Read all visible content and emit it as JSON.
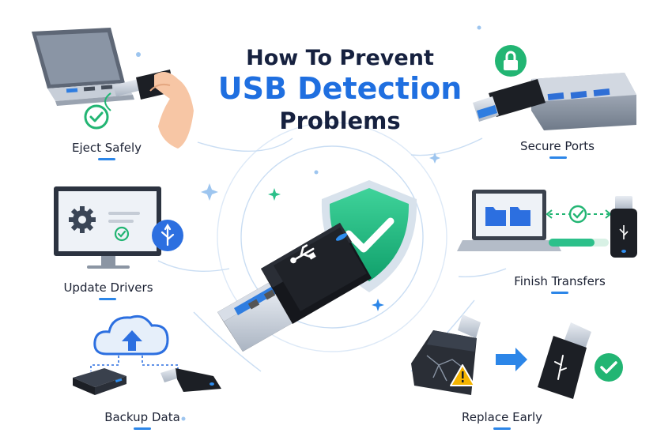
{
  "title": {
    "line1": "How To Prevent",
    "line2": "USB Detection",
    "line3": "Problems"
  },
  "tips": [
    {
      "label": "Eject Safely",
      "icon": "laptop-usb-check-icon"
    },
    {
      "label": "Secure Ports",
      "icon": "usb-hub-lock-icon"
    },
    {
      "label": "Update Drivers",
      "icon": "monitor-gear-usb-icon"
    },
    {
      "label": "Finish Transfers",
      "icon": "laptop-transfer-progress-icon"
    },
    {
      "label": "Backup Data",
      "icon": "cloud-backup-icon"
    },
    {
      "label": "Replace Early",
      "icon": "broken-usb-replace-icon"
    }
  ],
  "colors": {
    "title_dark": "#16213f",
    "title_blue": "#1f6fe0",
    "accent_green": "#22b573",
    "usb_blue": "#2c86e8",
    "warning": "#f5b400"
  }
}
